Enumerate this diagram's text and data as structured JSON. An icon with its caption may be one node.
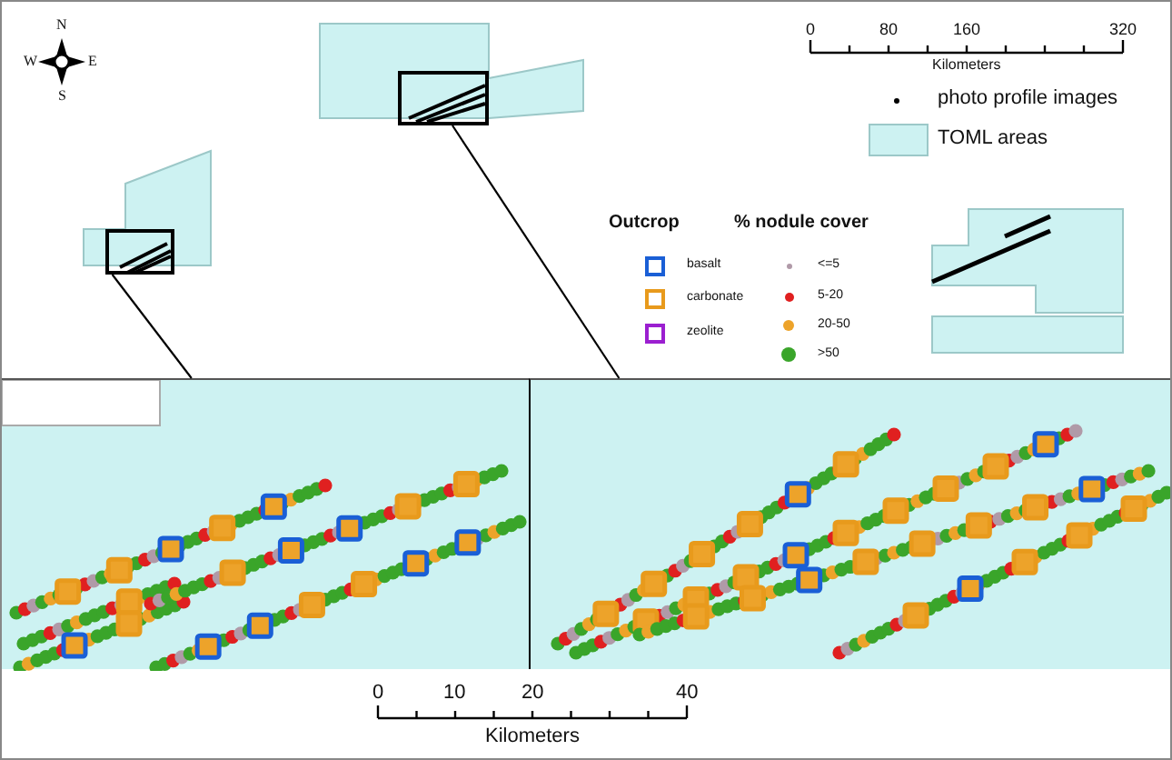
{
  "diagram": {
    "nodes": [
      {
        "text": [],
        "shape": "box"
      },
      {
        "text": [],
        "shape": "box"
      },
      {
        "text": [],
        "shape": "box"
      },
      {
        "text": [],
        "shape": "box"
      }
    ],
    "edges": [
      {
        "from": 0,
        "to": 2,
        "arrow": "none"
      },
      {
        "from": 1,
        "to": 3,
        "arrow": "none"
      }
    ],
    "labels": [
      "N",
      "W",
      "E",
      "S",
      "0",
      "80",
      "160",
      "320",
      "Kilometers",
      "Outcrop",
      "% nodule cover",
      "0",
      "10",
      "20",
      "40",
      "Kilometers"
    ],
    "legend": [
      {
        "text": "photo profile images",
        "color": "#000000"
      },
      {
        "text": "TOML areas",
        "color": "#cdf2f2"
      },
      {
        "text": "basalt",
        "color": "#1a5fd6"
      },
      {
        "text": "carbonate",
        "color": "#e89a1c"
      },
      {
        "text": "zeolite",
        "color": "#9b1fd0"
      },
      {
        "text": "<=5",
        "color": "#b09aa8"
      },
      {
        "text": "5-20",
        "color": "#e02020"
      },
      {
        "text": "20-50",
        "color": "#eda32a"
      },
      {
        "text": ">50",
        "color": "#3aa52a"
      }
    ]
  }
}
